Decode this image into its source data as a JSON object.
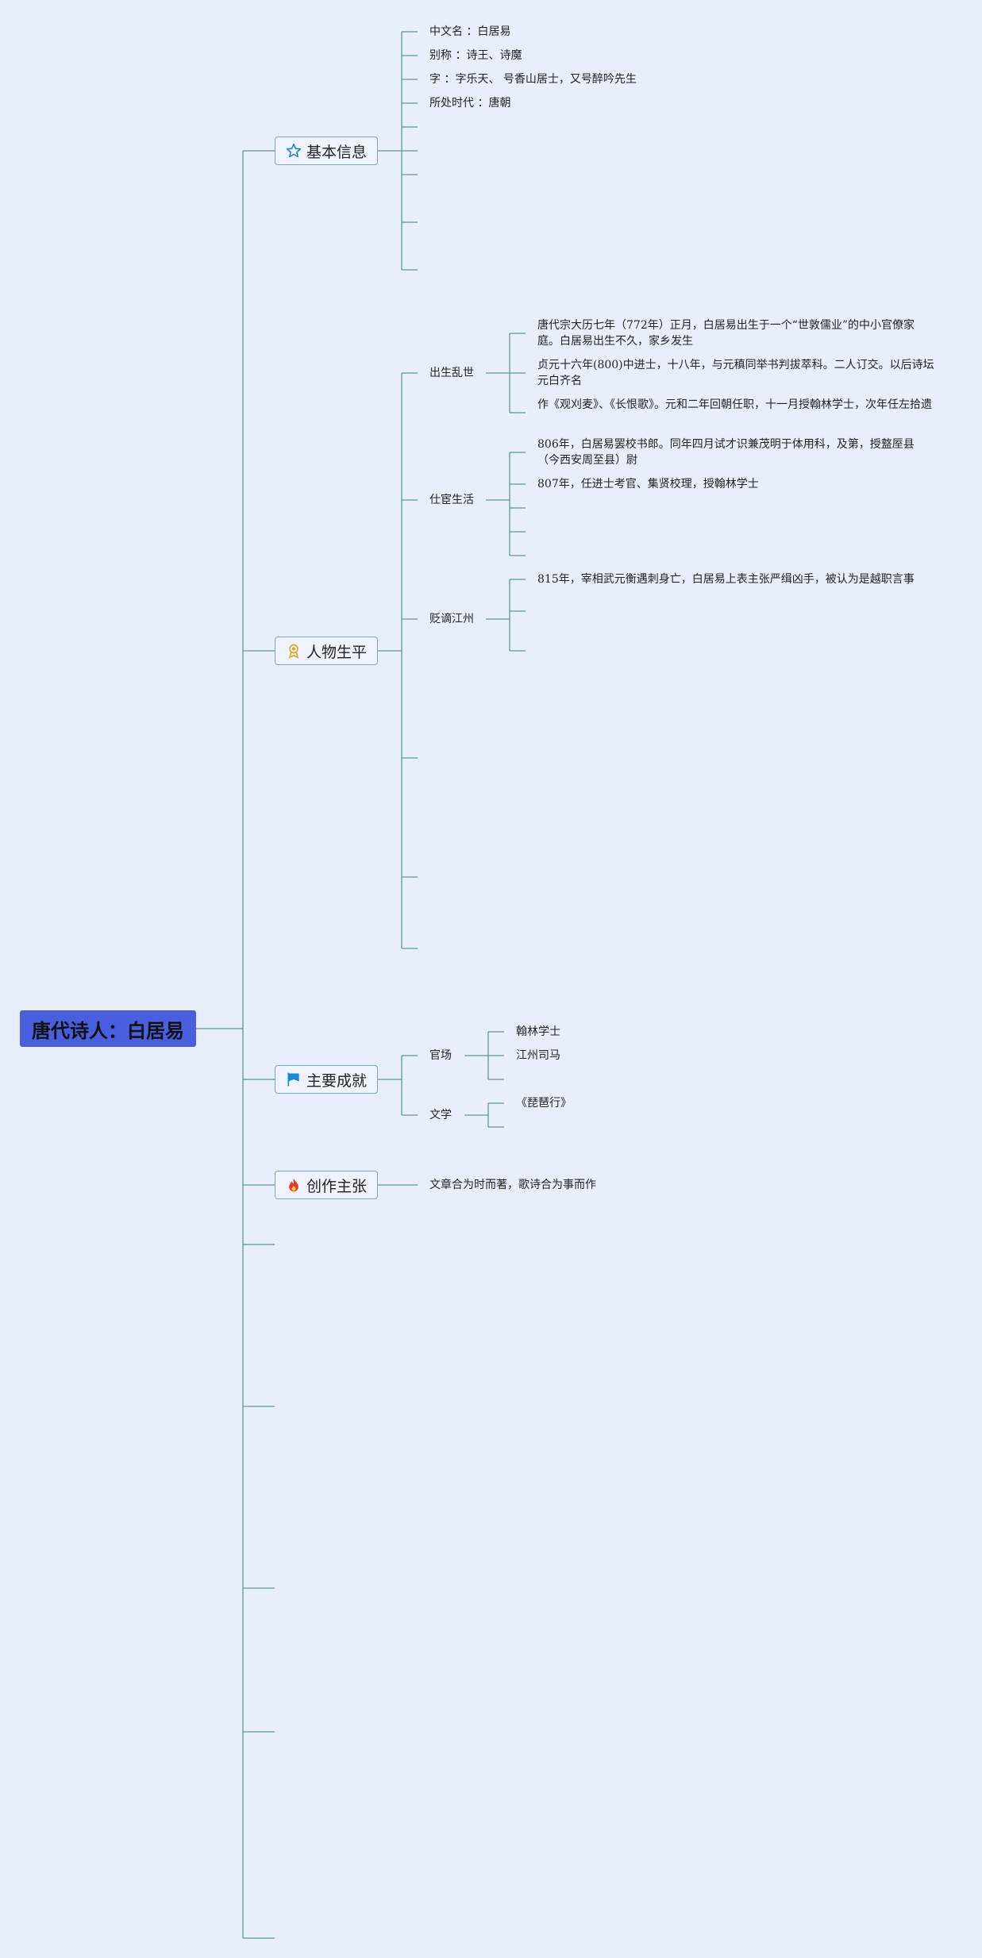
{
  "root": {
    "label": "唐代诗人：白居易"
  },
  "topics": [
    {
      "label": "基本信息",
      "icon": "star-icon"
    },
    {
      "label": "人物生平",
      "icon": "medal-icon"
    },
    {
      "label": "主要成就",
      "icon": "flag-icon"
    },
    {
      "label": "创作主张",
      "icon": "fire-icon"
    }
  ],
  "basic_info": [
    {
      "key": "中文名",
      "value": "白居易"
    },
    {
      "key": "别称",
      "value": "诗王、诗魔"
    },
    {
      "key": "字",
      "value": "字乐天、 号香山居士，又号醉吟先生"
    },
    {
      "key": "所处时代",
      "value": "唐朝"
    }
  ],
  "life": {
    "birth": {
      "label": "出生乱世",
      "items": [
        "唐代宗大历七年（772年）正月，白居易出生于一个“世敦儒业”的中小官僚家庭。白居易出生不久，家乡发生",
        "贞元十六年(800)中进士，十八年，与元稹同举书判拔萃科。二人订交。以后诗坛元白齐名",
        "作《观刈麦》、《长恨歌》。元和二年回朝任职，十一月授翰林学士，次年任左拾遗"
      ]
    },
    "career": {
      "label": "仕宦生活",
      "items": [
        "806年，白居易罢校书郎。同年四月试才识兼茂明于体用科，及第，授盩厔县（今西安周至县）尉",
        "807年，任进士考官、集贤校理，授翰林学士"
      ]
    },
    "exile": {
      "label": "贬谪江州",
      "items": [
        "815年，宰相武元衡遇刺身亡，白居易上表主张严缉凶手，被认为是越职言事"
      ]
    }
  },
  "achievements": {
    "official": {
      "label": "官场",
      "items": [
        "翰林学士",
        "江州司马"
      ]
    },
    "literature": {
      "label": "文学",
      "items": [
        "《琵琶行》"
      ]
    }
  },
  "creative": {
    "items": [
      "文章合为时而著，歌诗合为事而作"
    ]
  },
  "colors": {
    "root_bg": "#4a5fe0",
    "line": "#5a9a90",
    "topic_border": "#7aa7b8",
    "background": "#e8eefc"
  }
}
